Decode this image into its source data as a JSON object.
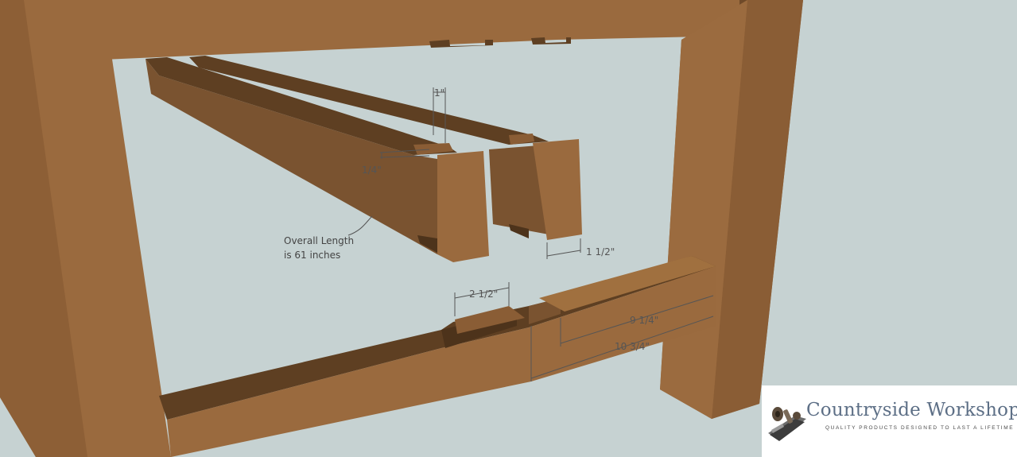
{
  "diagram": {
    "dimensions": {
      "one_inch": "1\"",
      "quarter_inch": "1/4\"",
      "one_and_half": "1 1/2\"",
      "two_and_half": "2 1/2\"",
      "nine_and_quarter": "9 1/4\"",
      "ten_and_three_quarter": "10 3/4\""
    },
    "note": {
      "line1": "Overall Length",
      "line2": "is 61 inches"
    }
  },
  "logo": {
    "title": "Countryside Workshop",
    "tagline": "QUALITY PRODUCTS DESIGNED TO LAST A LIFETIME"
  },
  "colors": {
    "background": "#c6d2d2",
    "wood_light": "#9a6a3e",
    "wood_mid": "#7a5330",
    "wood_dark": "#5e3f22",
    "logo_text": "#5d6f86"
  }
}
